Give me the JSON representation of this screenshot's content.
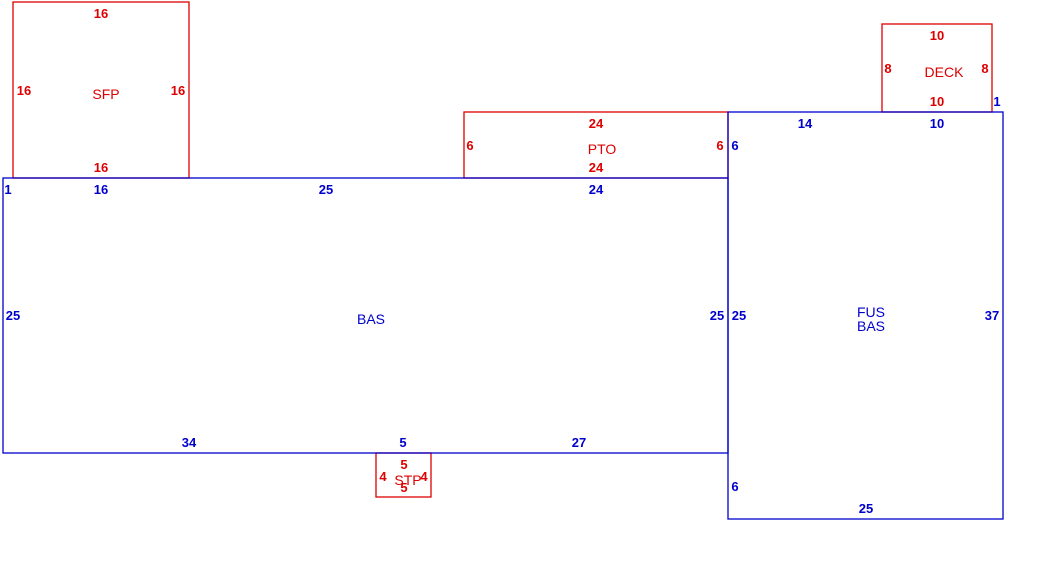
{
  "colors": {
    "main_living": "#0000cc",
    "additions": "#dd0000",
    "background": "#ffffff"
  },
  "areas": {
    "sfp": {
      "label": "SFP",
      "dims": {
        "top": "16",
        "left": "16",
        "right": "16",
        "bottom": "16"
      }
    },
    "pto": {
      "label": "PTO",
      "dims": {
        "top": "24",
        "left": "6",
        "right": "6",
        "bottom": "24"
      }
    },
    "deck": {
      "label": "DECK",
      "dims": {
        "top": "10",
        "left": "8",
        "right": "8",
        "bottom": "10"
      }
    },
    "stp": {
      "label": "STP",
      "dims": {
        "top": "5",
        "left": "4",
        "right": "4",
        "bottom": "5"
      }
    },
    "bas": {
      "label": "BAS",
      "dims": {
        "top_corner": "1",
        "top_left": "16",
        "top_mid": "25",
        "top_right": "24",
        "left": "25",
        "right": "25",
        "bottom_left": "34",
        "bottom_mid": "5",
        "bottom_right": "27"
      }
    },
    "fus_bas": {
      "label_line1": "FUS",
      "label_line2": "BAS",
      "dims": {
        "top_corner": "1",
        "top_left": "14",
        "top_right": "10",
        "left_top": "6",
        "left": "25",
        "left_bottom": "6",
        "right": "37",
        "bottom": "25"
      }
    }
  }
}
